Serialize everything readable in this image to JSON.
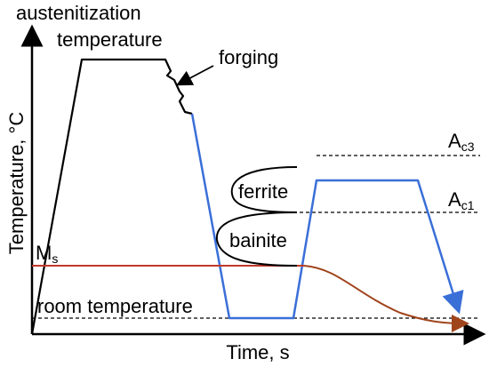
{
  "labels": {
    "austenitization_line1": "austenitization",
    "austenitization_line2": "temperature",
    "forging": "forging",
    "ac3_main": "A",
    "ac3_sub": "c3",
    "ac1_main": "A",
    "ac1_sub": "c1",
    "ferrite": "ferrite",
    "bainite": "bainite",
    "ms_main": "M",
    "ms_sub": "s",
    "room_temperature": "room temperature"
  },
  "axes": {
    "xlabel": "Time, s",
    "ylabel": "Temperature, °C"
  },
  "colors": {
    "axis": "#000000",
    "black_path": "#000000",
    "blue_path": "#3a6fd8",
    "ms_line": "#c0392b",
    "cooling_tail": "#a0441c",
    "dashed": "#000000"
  }
}
